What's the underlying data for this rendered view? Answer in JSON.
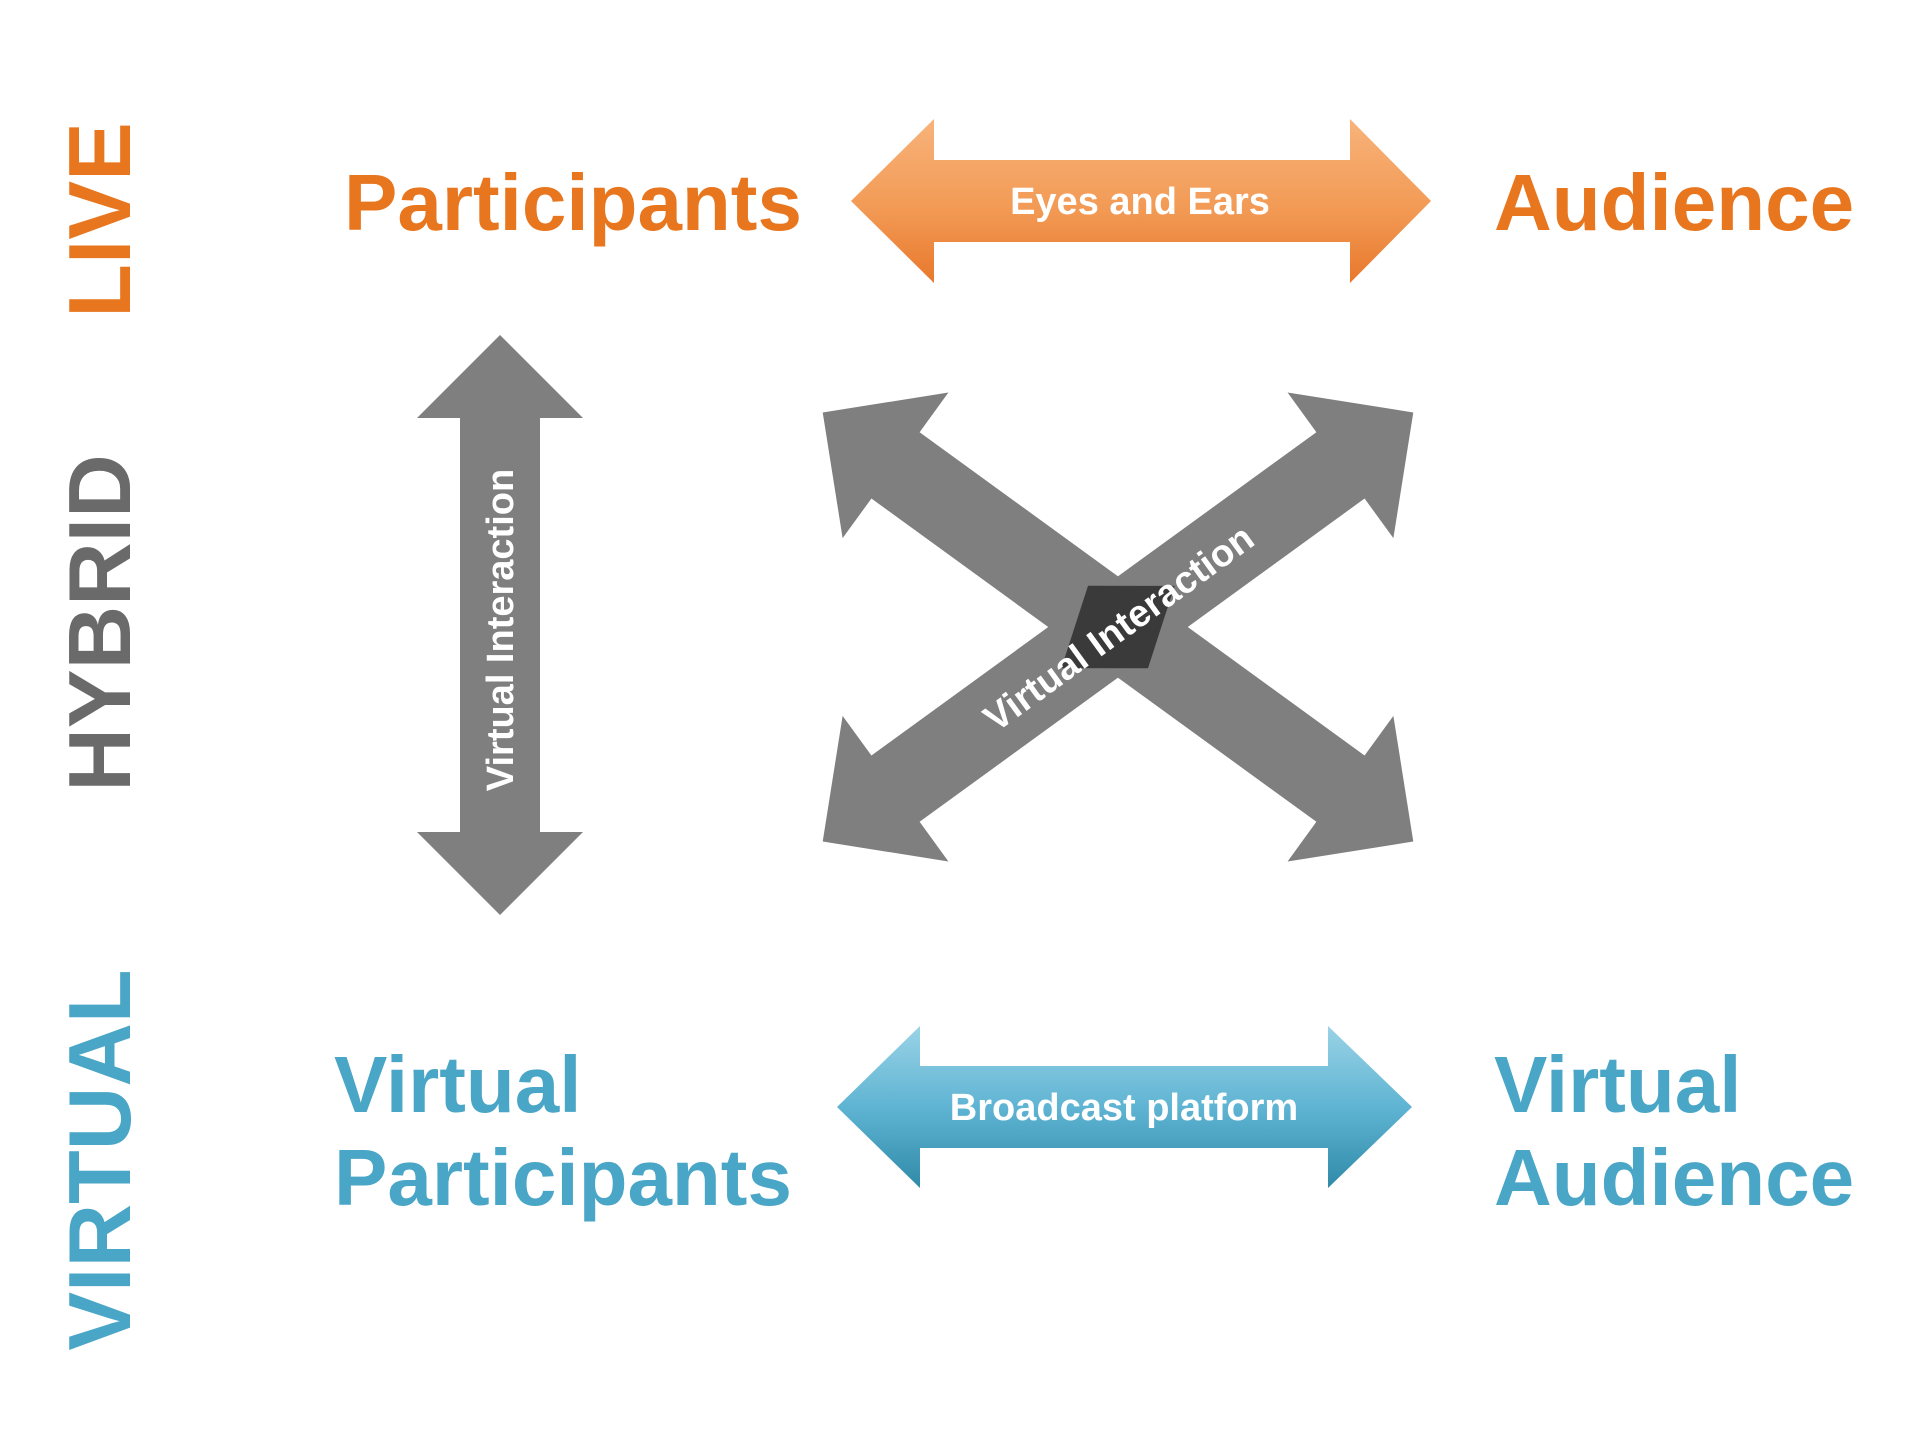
{
  "rows": {
    "live": "LIVE",
    "hybrid": "HYBRID",
    "virtual": "VIRTUAL"
  },
  "nodes": {
    "participants": "Participants",
    "audience": "Audience",
    "virtual_participants": [
      "Virtual",
      "Participants"
    ],
    "virtual_audience": [
      "Virtual",
      "Audience"
    ]
  },
  "arrows": {
    "eyes_and_ears": "Eyes and Ears",
    "broadcast_platform": "Broadcast platform",
    "vertical_interaction": "Virtual Interaction",
    "diagonal_interaction": "Virtual Interaction"
  },
  "colors": {
    "live": "#e8761e",
    "hybrid": "#6a6a6a",
    "virtual": "#4aa6c6",
    "arrow_gray": "#7f7f7f",
    "crossing": "#3a3a3a"
  }
}
